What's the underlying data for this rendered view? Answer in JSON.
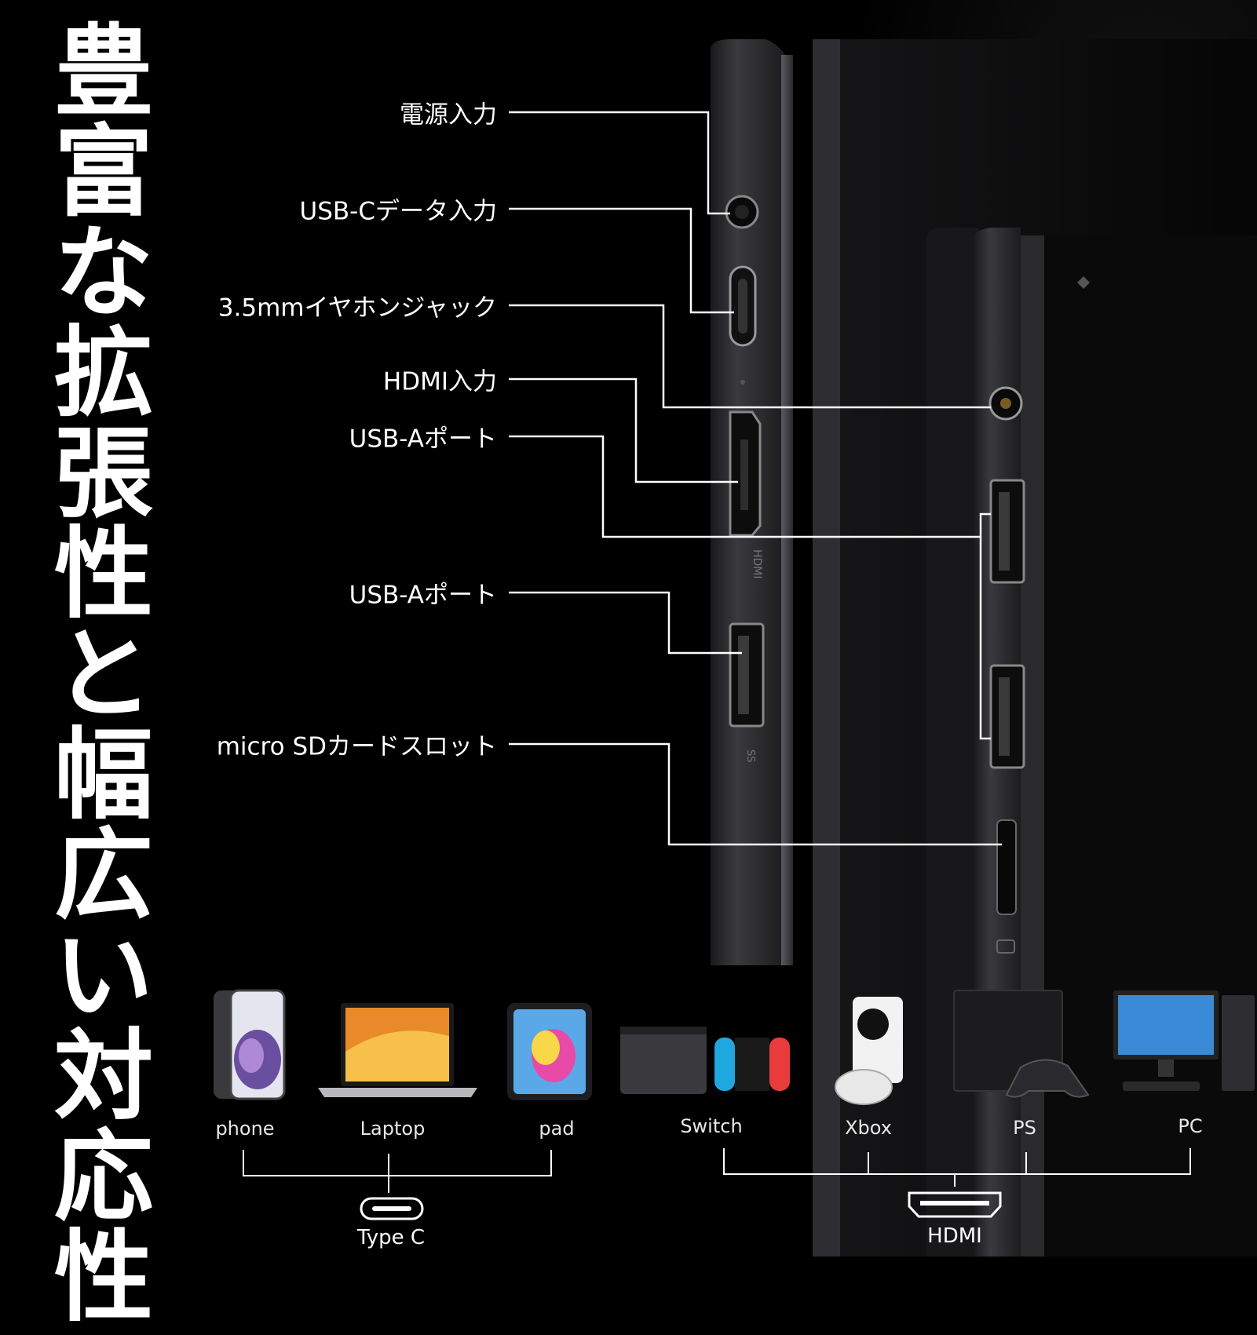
{
  "title_chars": [
    "豊",
    "富",
    "な",
    "拡",
    "張",
    "性",
    "と",
    "幅",
    "広",
    "い",
    "対",
    "応",
    "性"
  ],
  "callouts": [
    {
      "label": "電源入力"
    },
    {
      "label": "USB-Cデータ入力"
    },
    {
      "label": "3.5mmイヤホンジャック"
    },
    {
      "label": "HDMI入力"
    },
    {
      "label": "USB-Aポート"
    },
    {
      "label": "USB-Aポート"
    },
    {
      "label": "micro SDカードスロット"
    }
  ],
  "port_markings": {
    "hdmi": "HDMI",
    "ss": "SS"
  },
  "devices": [
    {
      "label": "phone",
      "icon": "smartphone-icon"
    },
    {
      "label": "Laptop",
      "icon": "laptop-icon"
    },
    {
      "label": "pad",
      "icon": "tablet-icon"
    },
    {
      "label": "Switch",
      "icon": "game-console-switch-icon"
    },
    {
      "label": "Xbox",
      "icon": "game-console-xbox-icon"
    },
    {
      "label": "PS",
      "icon": "game-console-ps-icon"
    },
    {
      "label": "PC",
      "icon": "desktop-pc-icon"
    }
  ],
  "groups": [
    {
      "label": "Type C",
      "icon": "usb-c-connector-icon"
    },
    {
      "label": "HDMI",
      "icon": "hdmi-connector-icon"
    }
  ],
  "colors": {
    "background": "#000000",
    "text": "#ffffff",
    "line": "#ffffff",
    "device_body": "#2b2b2e"
  }
}
